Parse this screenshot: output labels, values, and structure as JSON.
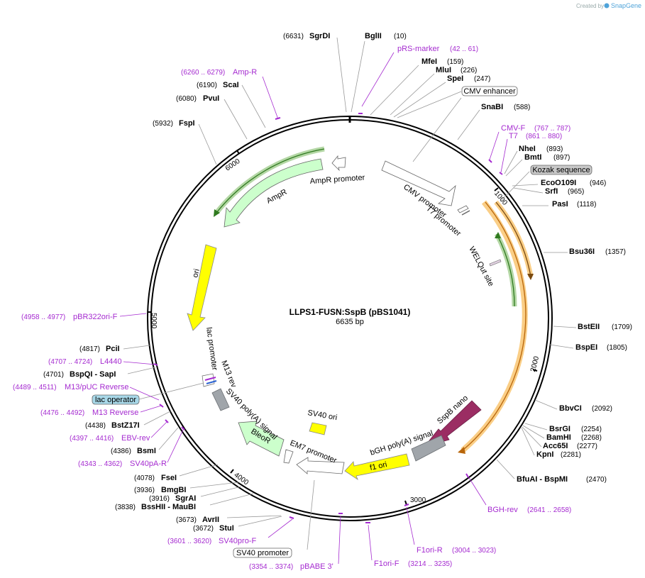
{
  "credit": {
    "created_by": "Created by",
    "brand": "SnapGene"
  },
  "plasmid": {
    "name": "LLPS1-FUSN:SspB (pBS1041)",
    "length": "6635 bp"
  },
  "ticks": [
    "1000",
    "2000",
    "3000",
    "4000",
    "5000",
    "6000"
  ],
  "sites": [
    {
      "name": "SgrDI",
      "pos": "(6631)",
      "pos_first": true
    },
    {
      "name": "BglII",
      "pos": "(10)"
    },
    {
      "name": "MfeI",
      "pos": "(159)"
    },
    {
      "name": "MluI",
      "pos": "(226)"
    },
    {
      "name": "SpeI",
      "pos": "(247)"
    },
    {
      "name": "SnaBI",
      "pos": "(588)"
    },
    {
      "name": "NheI",
      "pos": "(893)"
    },
    {
      "name": "BmtI",
      "pos": "(897)"
    },
    {
      "name": "EcoO109I",
      "pos": "(946)"
    },
    {
      "name": "SrfI",
      "pos": "(965)"
    },
    {
      "name": "PasI",
      "pos": "(1118)"
    },
    {
      "name": "Bsu36I",
      "pos": "(1357)"
    },
    {
      "name": "BstEII",
      "pos": "(1709)"
    },
    {
      "name": "BspEI",
      "pos": "(1805)"
    },
    {
      "name": "BbvCI",
      "pos": "(2092)"
    },
    {
      "name": "BsrGI",
      "pos": "(2254)"
    },
    {
      "name": "BamHI",
      "pos": "(2268)"
    },
    {
      "name": "Acc65I",
      "pos": "(2277)"
    },
    {
      "name": "KpnI",
      "pos": "(2281)"
    },
    {
      "name": "BfuAI - BspMI",
      "pos": "(2470)"
    },
    {
      "name": "StuI",
      "pos": "(3672)"
    },
    {
      "name": "AvrII",
      "pos": "(3673)"
    },
    {
      "name": "BssHII - MauBI",
      "pos": "(3838)"
    },
    {
      "name": "SgrAI",
      "pos": "(3916)"
    },
    {
      "name": "BmgBI",
      "pos": "(3936)"
    },
    {
      "name": "FseI",
      "pos": "(4078)"
    },
    {
      "name": "BsmI",
      "pos": "(4386)"
    },
    {
      "name": "BstZ17I",
      "pos": "(4438)"
    },
    {
      "name": "BspQI - SapI",
      "pos": "(4701)"
    },
    {
      "name": "PciI",
      "pos": "(4817)"
    },
    {
      "name": "FspI",
      "pos": "(5932)"
    },
    {
      "name": "PvuI",
      "pos": "(6080)"
    },
    {
      "name": "ScaI",
      "pos": "(6190)"
    }
  ],
  "primers": [
    {
      "name": "pRS-marker",
      "range": "(42 .. 61)"
    },
    {
      "name": "CMV-F",
      "range": "(767 .. 787)"
    },
    {
      "name": "T7",
      "range": "(861 .. 880)"
    },
    {
      "name": "BGH-rev",
      "range": "(2641 .. 2658)"
    },
    {
      "name": "F1ori-R",
      "range": "(3004 .. 3023)"
    },
    {
      "name": "F1ori-F",
      "range": "(3214 .. 3235)"
    },
    {
      "name": "pBABE 3'",
      "range": "(3354 .. 3374)"
    },
    {
      "name": "SV40pro-F",
      "range": "(3601 .. 3620)"
    },
    {
      "name": "SV40pA-R",
      "range": "(4343 .. 4362)"
    },
    {
      "name": "EBV-rev",
      "range": "(4397 .. 4416)"
    },
    {
      "name": "M13 Reverse",
      "range": "(4476 .. 4492)"
    },
    {
      "name": "M13/pUC Reverse",
      "range": "(4489 .. 4511)"
    },
    {
      "name": "L4440",
      "range": "(4707 .. 4724)"
    },
    {
      "name": "pBR322ori-F",
      "range": "(4958 .. 4977)"
    },
    {
      "name": "Amp-R",
      "range": "(6260 .. 6279)"
    }
  ],
  "boxed_labels": [
    {
      "text": "CMV enhancer",
      "fill": "#ffffff"
    },
    {
      "text": "Kozak sequence",
      "fill": "#c8c8c8"
    },
    {
      "text": "lac operator",
      "fill": "#a8d8e8"
    },
    {
      "text": "SV40 promoter",
      "fill": "#ffffff"
    }
  ],
  "features": [
    {
      "text": "CMV promoter"
    },
    {
      "text": "T7 promoter"
    },
    {
      "text": "WELQut site"
    },
    {
      "text": "SspB nano"
    },
    {
      "text": "bGH poly(A) signal"
    },
    {
      "text": "f1 ori"
    },
    {
      "text": "SV40 ori"
    },
    {
      "text": "EM7 promoter"
    },
    {
      "text": "BleoR"
    },
    {
      "text": "SV40 poly(A) signal"
    },
    {
      "text": "M13 rev"
    },
    {
      "text": "lac promoter"
    },
    {
      "text": "ori"
    },
    {
      "text": "AmpR"
    },
    {
      "text": "AmpR promoter"
    }
  ],
  "colors": {
    "primer": "#a52bd0",
    "ori": "#ffff00",
    "ampr": "#ccffcc",
    "sspb": "#9b2d63",
    "orange_feature": "#f5a623",
    "green_feature": "#6ab04c",
    "bgh": "#a0a5aa"
  }
}
